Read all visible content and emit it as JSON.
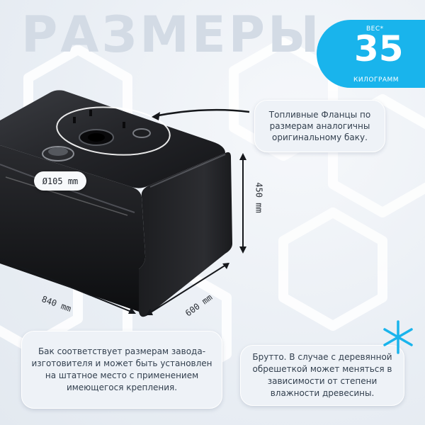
{
  "title": "РАЗМЕРЫ",
  "weight": {
    "label_top": "ВЕС*",
    "value": "35",
    "unit": "КИЛОГРАММ"
  },
  "notes": {
    "flange": "Топливные Фланцы по размерам аналогичны оригинальному баку.",
    "factory": "Бак соответствует размерам завода-изготовителя и может быть установлен на штатное место с применением имеющегося крепления.",
    "gross": "Брутто. В случае с деревянной обрешеткой может меняться в зависимости от степени влажности древесины."
  },
  "dimensions": {
    "length": "840 mm",
    "width": "600 mm",
    "height": "450 mm",
    "neck": "Ø105 mm"
  },
  "colors": {
    "accent": "#19b4ec",
    "title": "#d3dbe5",
    "tank": "#1a1b1e"
  }
}
